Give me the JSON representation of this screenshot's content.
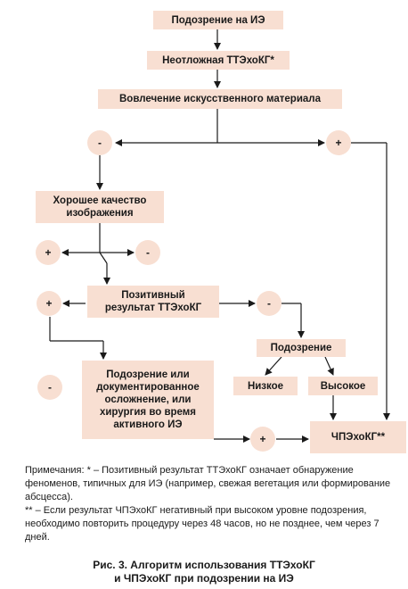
{
  "nodes": {
    "suspicion_ie": "Подозрение на ИЭ",
    "urgent_ttexokg": "Неотложная ТТЭхоКГ*",
    "artificial_material": "Вовлечение искусственного материала",
    "good_image_quality": "Хорошее качество изображения",
    "positive_result": "Позитивный результат ТТЭхоКГ",
    "suspicion_level": "Подозрение",
    "low": "Низкое",
    "high": "Высокое",
    "documented_complication": "Подозрение или документированное осложнение, или хирургия во время активного ИЭ",
    "cpexokg": "ЧПЭхоКГ**"
  },
  "signs": {
    "plus": "+",
    "minus": "-"
  },
  "notes": {
    "line1": "Примечания: * – Позитивный результат ТТЭхоКГ означает обнаружение феноменов, типичных для ИЭ (например, свежая вегетация или формирование абсцесса).",
    "line2": "** – Если результат ЧПЭхоКГ негативный при высоком уровне подозрения, необходимо повторить процедуру через 48 часов, но не позднее, чем через 7 дней."
  },
  "caption": {
    "line1": "Рис. 3. Алгоритм использования ТТЭхоКГ",
    "line2": "и ЧПЭхоКГ при подозрении на ИЭ"
  }
}
